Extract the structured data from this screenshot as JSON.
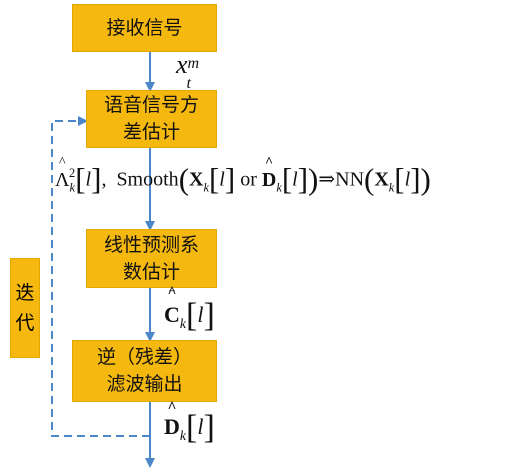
{
  "boxes": {
    "receive": {
      "line1": "接收信号"
    },
    "estimate": {
      "line1": "语音信号方",
      "line2": "差估计"
    },
    "lpc": {
      "line1": "线性预测系",
      "line2": "数估计"
    },
    "filter": {
      "line1": "逆（残差）",
      "line2": "滤波输出"
    },
    "iterate": {
      "line1": "迭",
      "line2": "代"
    }
  },
  "math": {
    "received_var": "x",
    "received_sub": "t",
    "received_sup": "m",
    "lambda": "Λ",
    "lambda_sub": "k",
    "lambda_sup": "2",
    "index": "l",
    "smooth": "Smooth",
    "X": "X",
    "k": "k",
    "or": "or",
    "D": "D",
    "implies": "⇒",
    "nn": "NN",
    "C": "C"
  },
  "colors": {
    "box": "#f5b80f",
    "arrow": "#4a86c8"
  }
}
